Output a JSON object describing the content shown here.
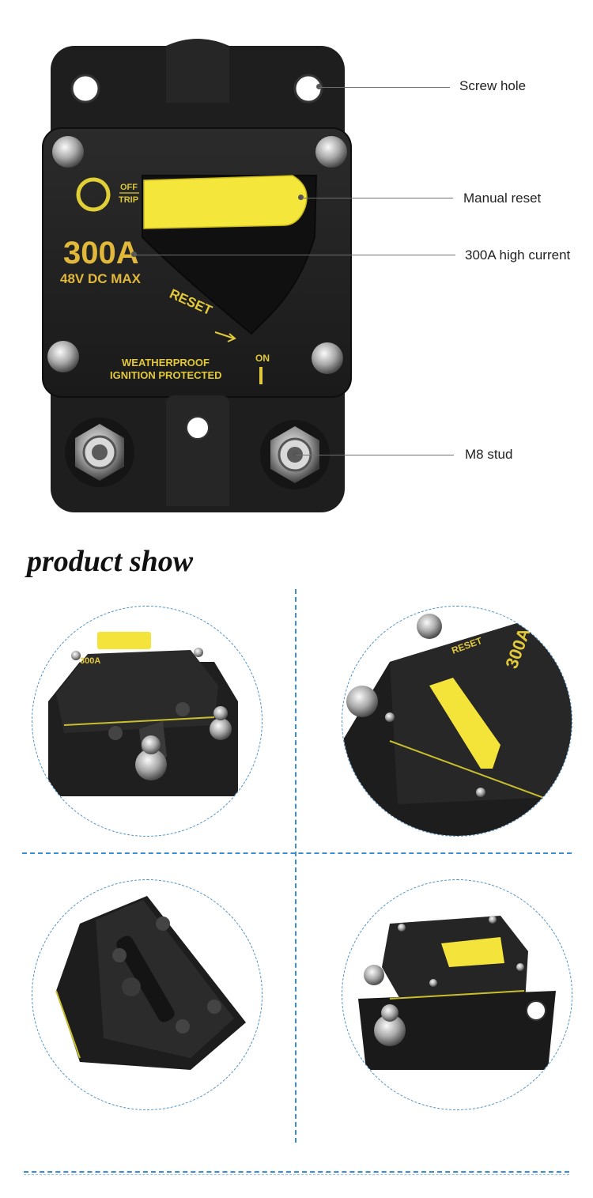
{
  "callouts": {
    "screw_hole": "Screw hole",
    "manual_reset": "Manual reset",
    "high_current": "300A high current",
    "stud": "M8 stud"
  },
  "breaker_face": {
    "rating": "300A",
    "voltage": "48V DC MAX",
    "off_label": "OFF",
    "trip_label": "TRIP",
    "reset_label": "RESET",
    "on_label": "ON",
    "weatherproof": "WEATHERPROOF",
    "ignition": "IGNITION PROTECTED"
  },
  "section_title": "product show",
  "colors": {
    "body": "#1c1c1c",
    "accent_yellow": "#f2e23a",
    "label_gold": "#c9ad2c",
    "divider_blue": "#3b8fd0"
  }
}
